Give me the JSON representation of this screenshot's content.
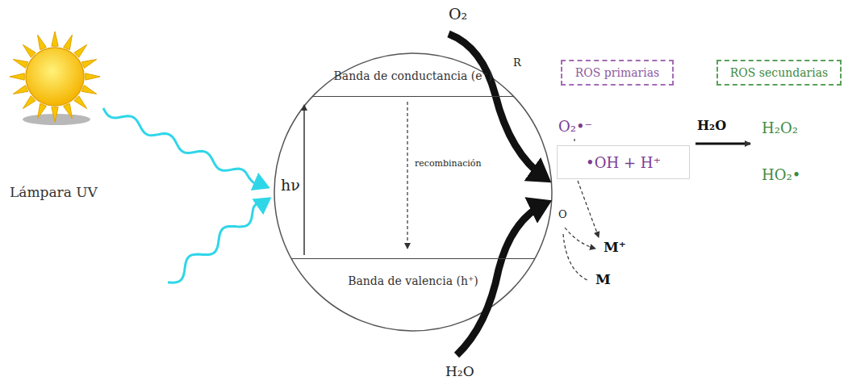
{
  "diagram": {
    "nodes": [
      {
        "text": [
          "hν",
          "recombinación"
        ]
      },
      {
        "text": [
          "Banda de conductancia (e⁻)"
        ],
        "in": 0
      },
      {
        "text": [
          "Banda de valencia (h⁺)"
        ],
        "in": 0
      },
      {
        "text": [
          "ROS primarias"
        ]
      },
      {
        "text": [
          "ROS secundarias"
        ]
      },
      {
        "text": [
          "•OH + H⁺"
        ]
      }
    ],
    "labels": [
      "Lámpara UV",
      "O₂",
      "R",
      "O₂•⁻",
      "H₂O",
      "H₂O₂",
      "HO₂•",
      "O",
      "M⁺",
      "M",
      "H₂O"
    ]
  }
}
